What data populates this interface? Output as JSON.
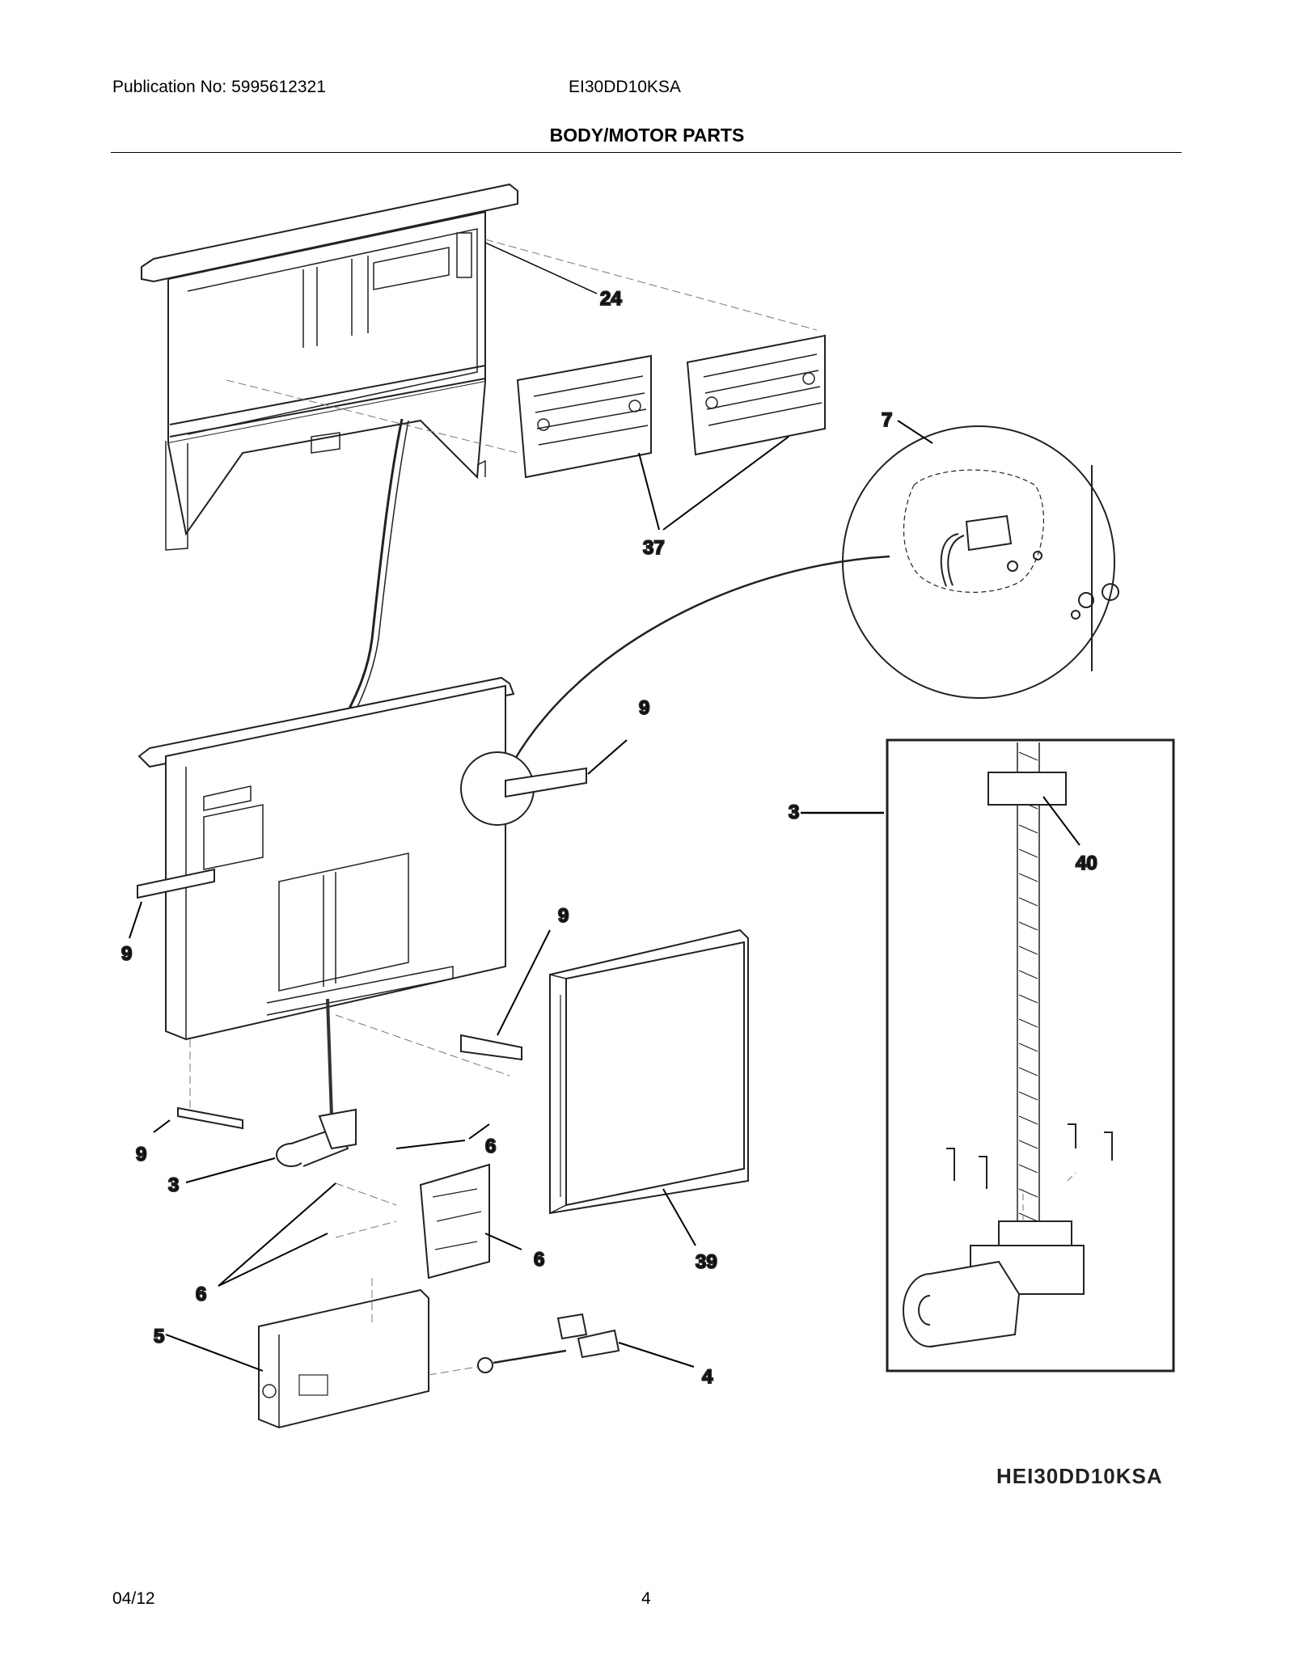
{
  "header": {
    "publication": "Publication No: 5995612321",
    "model": "EI30DD10KSA",
    "title": "BODY/MOTOR PARTS"
  },
  "callouts": {
    "c24": "24",
    "c37": "37",
    "c7": "7",
    "c9a": "9",
    "c9b": "9",
    "c9c": "9",
    "c9d": "9",
    "c3a": "3",
    "c3b": "3",
    "c40": "40",
    "c6a": "6",
    "c6b": "6",
    "c6c": "6",
    "c39": "39",
    "c5": "5",
    "c4": "4"
  },
  "diagram_id": "HEI30DD10KSA",
  "footer": {
    "date": "04/12",
    "page": "4"
  }
}
